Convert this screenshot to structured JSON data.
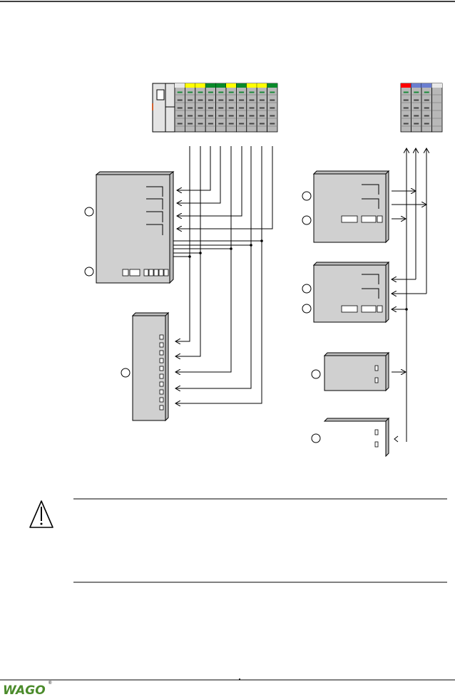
{
  "footer": {
    "logo_text": "WAGO",
    "logo_mark": "®",
    "logo_color": "#4b8b2b"
  },
  "colors": {
    "yellow": "#ffff00",
    "green": "#0a8a2a",
    "red": "#ff0000",
    "blue": "#6a7ed0",
    "light": "#e8e8e8",
    "cell": "#b8b8b8"
  },
  "left_rack": {
    "module_headers": [
      "light",
      "yellow",
      "yellow",
      "green",
      "green",
      "yellow",
      "green",
      "yellow",
      "yellow",
      "green"
    ]
  },
  "right_rack": {
    "module_headers": [
      "red",
      "blue",
      "blue",
      "light"
    ]
  },
  "warning": {
    "icon": "warning-triangle-icon"
  }
}
